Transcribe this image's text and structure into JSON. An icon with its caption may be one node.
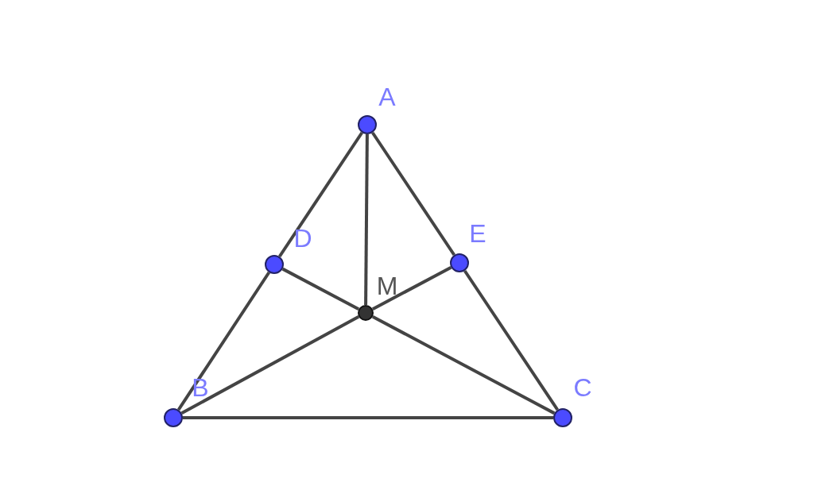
{
  "diagram": {
    "nodes": [
      {
        "text": [],
        "shape": "circle",
        "beside": [
          "A"
        ]
      },
      {
        "text": [],
        "shape": "circle",
        "beside": [
          "B"
        ]
      },
      {
        "text": [],
        "shape": "circle",
        "beside": [
          "C"
        ]
      },
      {
        "text": [],
        "shape": "circle",
        "beside": [
          "D"
        ]
      },
      {
        "text": [],
        "shape": "circle",
        "beside": [
          "E"
        ]
      },
      {
        "text": [],
        "shape": "circle",
        "beside": [
          "M"
        ]
      }
    ],
    "edges": [
      {
        "from": 0,
        "to": 3,
        "arrow": "none"
      },
      {
        "from": 3,
        "to": 1,
        "arrow": "none"
      },
      {
        "from": 0,
        "to": 4,
        "arrow": "none"
      },
      {
        "from": 4,
        "to": 2,
        "arrow": "none"
      },
      {
        "from": 1,
        "to": 2,
        "arrow": "none"
      },
      {
        "from": 0,
        "to": 5,
        "arrow": "none"
      },
      {
        "from": 3,
        "to": 5,
        "arrow": "none"
      },
      {
        "from": 5,
        "to": 2,
        "arrow": "none"
      },
      {
        "from": 4,
        "to": 5,
        "arrow": "none"
      },
      {
        "from": 5,
        "to": 1,
        "arrow": "none"
      }
    ]
  }
}
